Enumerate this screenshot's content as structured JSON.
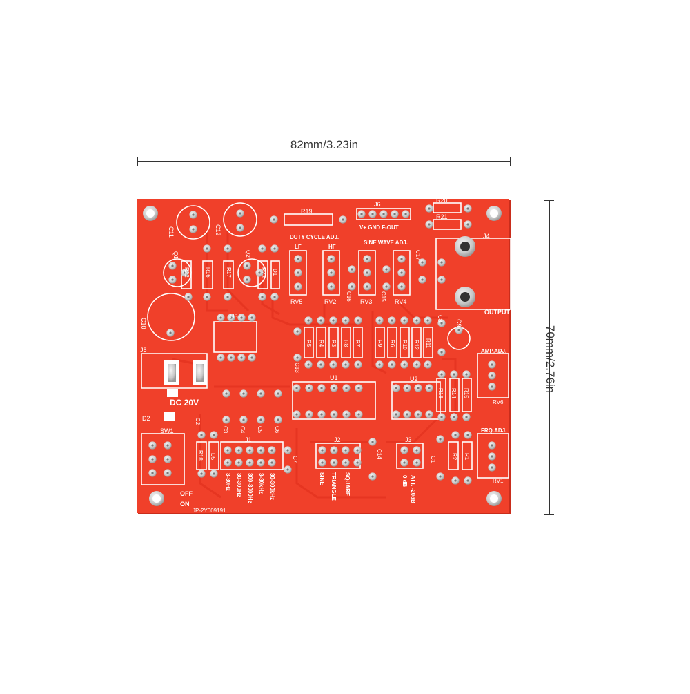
{
  "dimensions": {
    "width_label": "82mm/3.23in",
    "height_label": "70mm/2.76in"
  },
  "board": {
    "color": "#f0402a",
    "silk_color": "#ffffff",
    "pad_color": "#d9d9d9",
    "serial": "JP-2Y009191"
  },
  "labels": {
    "c11": "C11",
    "c12": "C12",
    "r19": "R19",
    "j6": "J6",
    "j6_pins": "V+  GND  F-OUT",
    "r20": "R20",
    "r21": "R21",
    "j4": "J4",
    "output": "OUTPUT",
    "q1": "Q1",
    "q2": "Q2",
    "r22": "R22",
    "r16": "R16",
    "r17": "R17",
    "r23": "R23",
    "d1": "D1",
    "duty": "DUTY CYCLE ADJ.",
    "lf": "LF",
    "hf": "HF",
    "sine_adj": "SINE WAVE ADJ.",
    "rv5": "RV5",
    "rv2": "RV2",
    "rv3": "RV3",
    "rv4": "RV4",
    "c16": "C16",
    "c15": "C15",
    "c17": "C17",
    "c10": "C10",
    "u3": "U3",
    "r5": "R5",
    "r4": "R4",
    "r3": "R3",
    "r8": "R8",
    "r7": "R7",
    "r9": "R9",
    "r6": "R6",
    "r10": "R10",
    "r12": "R12",
    "r11": "R11",
    "c8": "C8",
    "c9": "C9",
    "c13": "C13",
    "u1": "U1",
    "u2": "U2",
    "j5": "J5",
    "dc": "DC 20V",
    "d2": "D2",
    "c2": "C2",
    "c3": "C3",
    "c4": "C4",
    "c5": "C5",
    "c6": "C6",
    "amp": "AMP.ADJ.",
    "rv6": "RV6",
    "r13": "R13",
    "r14": "R14",
    "r15": "R15",
    "sw1": "SW1",
    "r18": "R18",
    "d5": "D5",
    "j1": "J1",
    "c7": "C7",
    "j2": "J2",
    "c14": "C14",
    "j3": "J3",
    "c1": "C1",
    "r2": "R2",
    "r1": "R1",
    "frq": "FRQ.ADJ.",
    "rv1": "RV1",
    "r1_range1": "3-30Hz",
    "r1_range2": "30-300Hz",
    "r1_range3": "300-3000Hz",
    "r1_range4": "3-30kHz",
    "r1_range5": "30-300kHz",
    "sine": "SINE",
    "triangle": "TRIANGLE",
    "square": "SQUARE",
    "att0": "0 dB",
    "att20": "ATT. -20dB",
    "off": "OFF",
    "on": "ON"
  }
}
